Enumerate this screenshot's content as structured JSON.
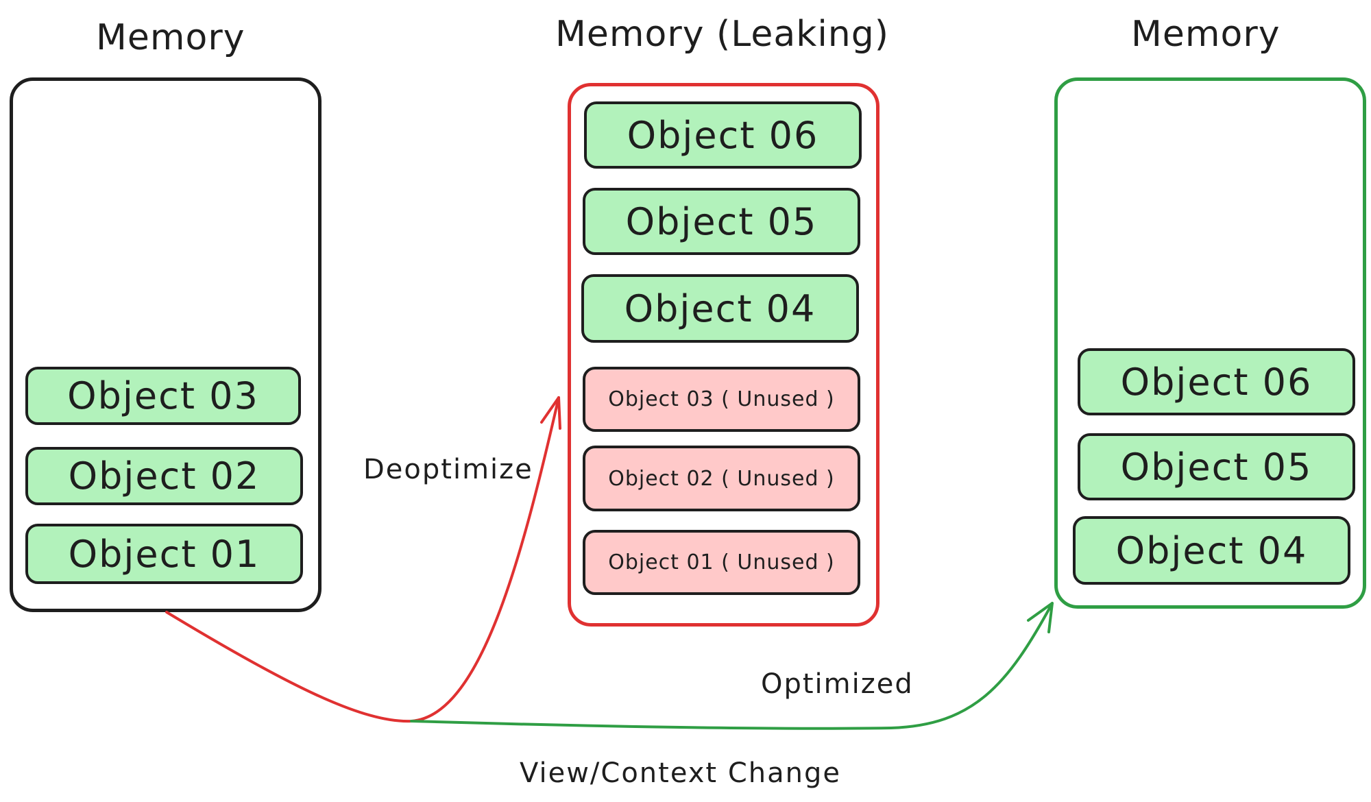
{
  "columns": [
    {
      "title": "Memory",
      "border_color": "#1e1e1e",
      "objects": [
        {
          "label": "Object 03",
          "state": "used"
        },
        {
          "label": "Object 02",
          "state": "used"
        },
        {
          "label": "Object 01",
          "state": "used"
        }
      ]
    },
    {
      "title": "Memory (Leaking)",
      "border_color": "#e03131",
      "objects": [
        {
          "label": "Object 06",
          "state": "used"
        },
        {
          "label": "Object 05",
          "state": "used"
        },
        {
          "label": "Object 04",
          "state": "used"
        },
        {
          "label": "Object 03 ( Unused )",
          "state": "unused"
        },
        {
          "label": "Object 02 ( Unused )",
          "state": "unused"
        },
        {
          "label": "Object 01 ( Unused )",
          "state": "unused"
        }
      ]
    },
    {
      "title": "Memory",
      "border_color": "#2f9e44",
      "objects": [
        {
          "label": "Object 06",
          "state": "used"
        },
        {
          "label": "Object 05",
          "state": "used"
        },
        {
          "label": "Object 04",
          "state": "used"
        }
      ]
    }
  ],
  "arrows": {
    "deoptimize": {
      "label": "Deoptimize",
      "color": "#e03131"
    },
    "optimized": {
      "label": "Optimized",
      "color": "#2f9e44"
    }
  },
  "trigger": {
    "label": "View/Context Change"
  },
  "colors": {
    "used_fill": "#b2f2bb",
    "unused_fill": "#ffc9c9",
    "stroke": "#1e1e1e"
  }
}
